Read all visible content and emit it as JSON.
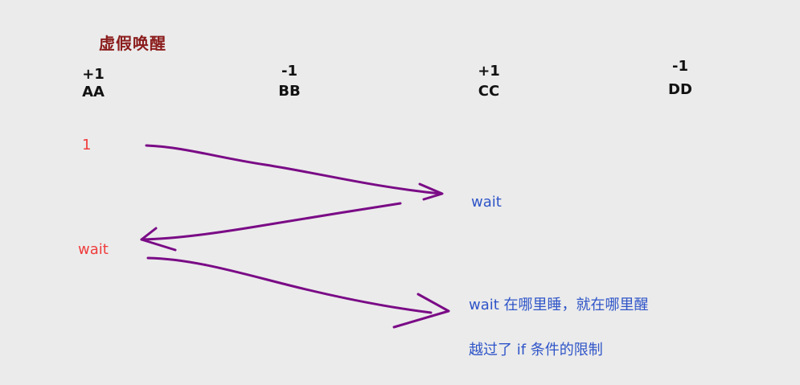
{
  "title": "虚假唤醒",
  "threads": [
    {
      "op": "+1",
      "name": "AA"
    },
    {
      "op": "-1",
      "name": "BB"
    },
    {
      "op": "+1",
      "name": "CC"
    },
    {
      "op": "-1",
      "name": "DD"
    }
  ],
  "notes": {
    "one": "1",
    "wait_left": "wait",
    "wait_right": "wait",
    "wait_where": "wait 在哪里睡，就在哪里醒",
    "skip_if": "越过了 if 条件的限制"
  },
  "colors": {
    "background": "#ebebeb",
    "title": "#8b1c1c",
    "red_text": "#f03c3c",
    "blue_text": "#2f55c8",
    "arrow": "#7a0b86"
  }
}
